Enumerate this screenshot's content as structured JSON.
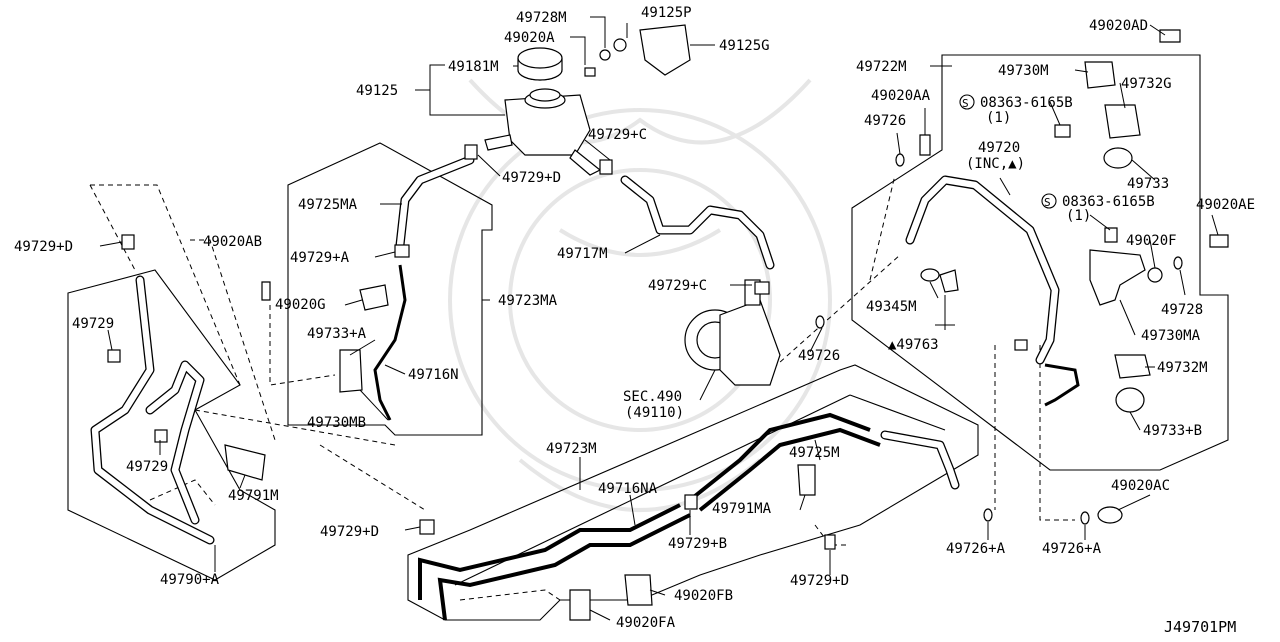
{
  "diagram": {
    "ref_code": "J49701PM",
    "labels": {
      "p49728M": "49728M",
      "p49125P": "49125P",
      "p49020A": "49020A",
      "p49125G": "49125G",
      "p49181M": "49181M",
      "p49125": "49125",
      "p49729C_top": "49729+C",
      "p49729D_top": "49729+D",
      "p49725MA": "49725MA",
      "p49717M": "49717M",
      "p49729A": "49729+A",
      "p49020AB": "49020AB",
      "p49020G": "49020G",
      "p49723MA": "49723MA",
      "p49733A": "49733+A",
      "p49716N": "49716N",
      "p49730MB": "49730MB",
      "p49729C_mid": "49729+C",
      "p49726_mid": "49726",
      "p_sec490": "SEC.490",
      "p_sec490_sub": "(49110)",
      "p49729D_left": "49729+D",
      "p49729_left1": "49729",
      "p49729_left2": "49729",
      "p49791M": "49791M",
      "p49790A": "49790+A",
      "p49729D_low": "49729+D",
      "p49723M": "49723M",
      "p49716NA": "49716NA",
      "p49725M": "49725M",
      "p49791MA": "49791MA",
      "p49729B": "49729+B",
      "p49729D_bot": "49729+D",
      "p49020FB": "49020FB",
      "p49020FA": "49020FA",
      "p49020AD": "49020AD",
      "p49722M": "49722M",
      "p49730M": "49730M",
      "p49732G": "49732G",
      "p49020AA": "49020AA",
      "p08363_1": "08363-6165B",
      "p08363_1_qty": "(1)",
      "p49726_right": "49726",
      "p49720": "49720",
      "p49720_sub": "(INC,▲)",
      "p49733": "49733",
      "p08363_2": "08363-6165B",
      "p08363_2_qty": "(1)",
      "p49020AE": "49020AE",
      "p49020F": "49020F",
      "p49345M": "49345M",
      "p49763": "▲49763",
      "p49728": "49728",
      "p49730MA": "49730MA",
      "p49732M": "49732M",
      "p49733B": "49733+B",
      "p49020AC": "49020AC",
      "p49726A_1": "49726+A",
      "p49726A_2": "49726+A",
      "s_symbol": "S"
    }
  }
}
